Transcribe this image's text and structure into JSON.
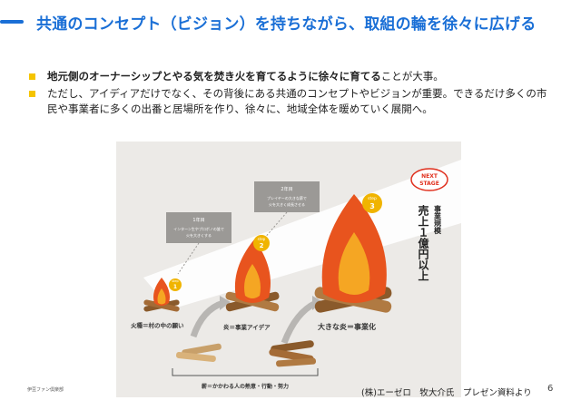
{
  "title": "共通のコンセプト（ビジョン）を持ちながら、取組の輪を徐々に広げる",
  "bullets": [
    {
      "bold": "地元側のオーナーシップとやる気を焚き火を育てるように徐々に育てる",
      "rest": "ことが大事。"
    },
    {
      "bold": "",
      "rest": "ただし、アイディアだけでなく、その背後にある共通のコンセプトやビジョンが重要。できるだけ多くの市民や事業者に多くの出番と居場所を作り、徐々に、地域全体を暖めていく展開へ。"
    }
  ],
  "figure": {
    "next_stage": [
      "NEXT",
      "STAGE"
    ],
    "steps": [
      {
        "label": "step",
        "num": "1",
        "caption": "火種＝村の中の願い"
      },
      {
        "label": "step",
        "num": "2",
        "caption": "炎＝事業アイデア"
      },
      {
        "label": "step",
        "num": "3",
        "caption": "大きな炎＝事業化"
      }
    ],
    "notes": [
      {
        "year": "1年目",
        "line1": "インターン生やプロボノの誰で",
        "line2": "火を大きくする"
      },
      {
        "year": "2年目",
        "line1": "プレイヤーの大きな薪で",
        "line2": "火を大きく成長させる"
      }
    ],
    "vertical_goal_1": "事業規模",
    "vertical_goal_2": "売上１億円以上",
    "firewood_caption": "薪＝かかわる人の熱意・行動・努力"
  },
  "footer": {
    "left": "伊豆ファン倶楽部",
    "credit": "(株)エーゼロ　牧大介氏　プレゼン資料より",
    "page": "6"
  },
  "colors": {
    "accent": "#1a6fd6",
    "bullet": "#f5c400",
    "flame_outer": "#e8541e",
    "flame_inner": "#f5a623",
    "step_badge": "#f0b400",
    "next_stage": "#e0301e"
  }
}
